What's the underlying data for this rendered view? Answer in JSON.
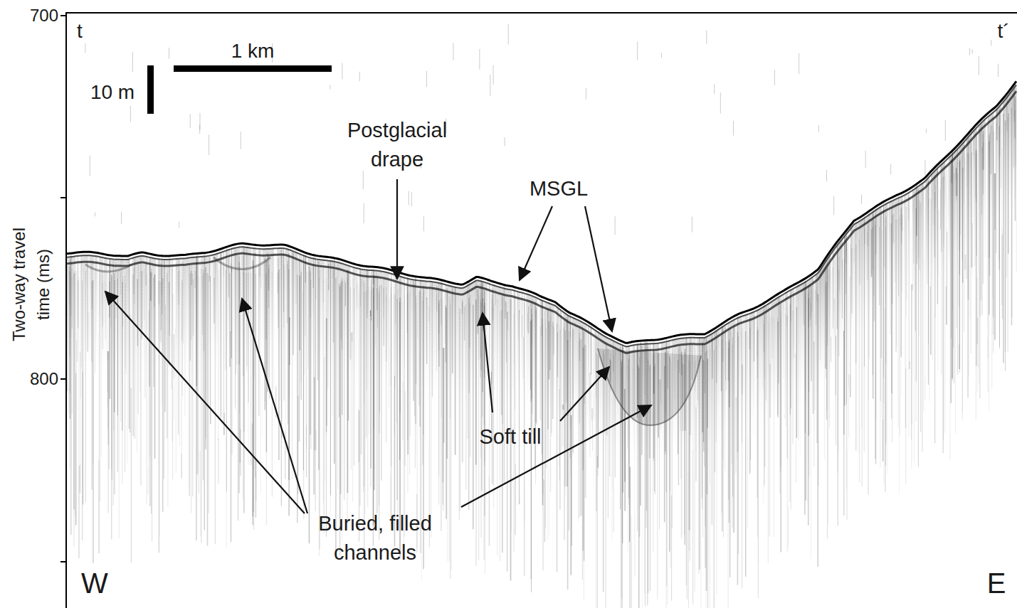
{
  "diagram": {
    "labels": [
      "t",
      "t´",
      "1 km",
      "10 m",
      "Two-way travel time (ms)",
      "700",
      "800",
      "Postglacial drape",
      "MSGL",
      "Soft till",
      "Buried, filled channels",
      "W",
      "E"
    ]
  }
}
